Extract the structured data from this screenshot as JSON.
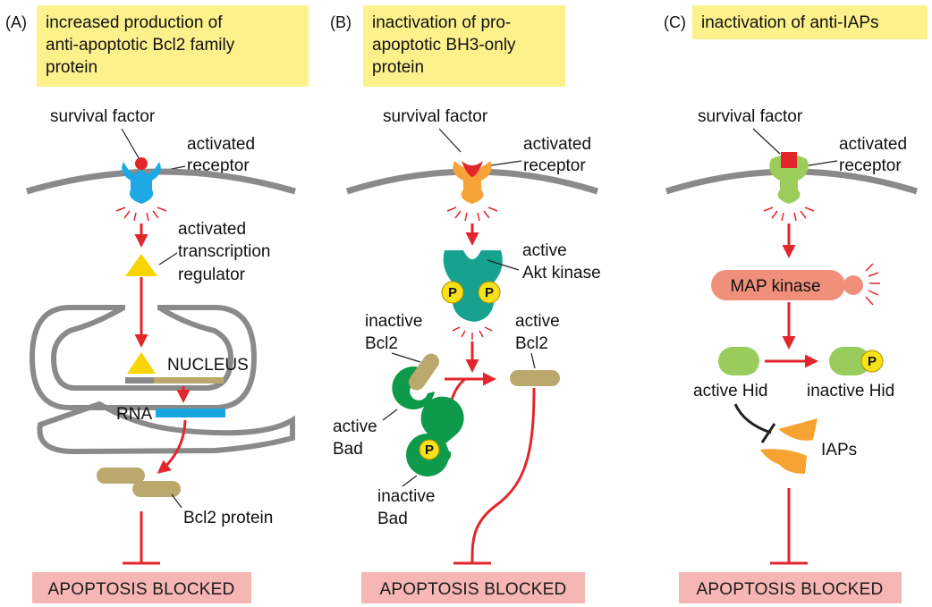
{
  "colors": {
    "title_box": "#fdf18c",
    "outcome_box": "#f6b6b4",
    "arrow": "#e3262b",
    "membrane": "#8a8a8a",
    "receptor_A": "#1ea9e6",
    "receptor_B": "#f7a338",
    "receptor_C": "#9ccc5a",
    "ligand": "#e3262b",
    "transcription_regulator": "#f8d400",
    "bcl2": "#bba86c",
    "rna": "#19a6e1",
    "akt": "#16a28f",
    "bad": "#0e9a4a",
    "phosphate": "#f7e11b",
    "map_kinase": "#f0907b",
    "hid": "#99cc5c",
    "iap": "#f6a331",
    "inhibition_dark": "#222222"
  },
  "panels": [
    {
      "tag": "(A)",
      "title_lines": [
        "increased production of",
        "anti-apoptotic Bcl2 family",
        "protein"
      ],
      "survival_factor": "survival factor",
      "receptor_lines": [
        "activated",
        "receptor"
      ],
      "regulator_lines": [
        "activated",
        "transcription",
        "regulator"
      ],
      "nucleus": "NUCLEUS",
      "rna": "RNA",
      "protein": "Bcl2 protein",
      "outcome": "APOPTOSIS BLOCKED"
    },
    {
      "tag": "(B)",
      "title_lines": [
        "inactivation of pro-",
        "apoptotic BH3-only",
        "protein"
      ],
      "survival_factor": "survival factor",
      "receptor_lines": [
        "activated",
        "receptor"
      ],
      "kinase_lines": [
        "active",
        "Akt kinase"
      ],
      "phosphate": "P",
      "inactive_bcl2_lines": [
        "inactive",
        "Bcl2"
      ],
      "active_bcl2_lines": [
        "active",
        "Bcl2"
      ],
      "active_bad_lines": [
        "active",
        "Bad"
      ],
      "inactive_bad_lines": [
        "inactive",
        "Bad"
      ],
      "outcome": "APOPTOSIS BLOCKED"
    },
    {
      "tag": "(C)",
      "title_lines": [
        "inactivation of anti-IAPs"
      ],
      "survival_factor": "survival factor",
      "receptor_lines": [
        "activated",
        "receptor"
      ],
      "kinase": "MAP kinase",
      "phosphate": "P",
      "active_hid": "active Hid",
      "inactive_hid": "inactive Hid",
      "iaps": "IAPs",
      "outcome": "APOPTOSIS BLOCKED"
    }
  ]
}
